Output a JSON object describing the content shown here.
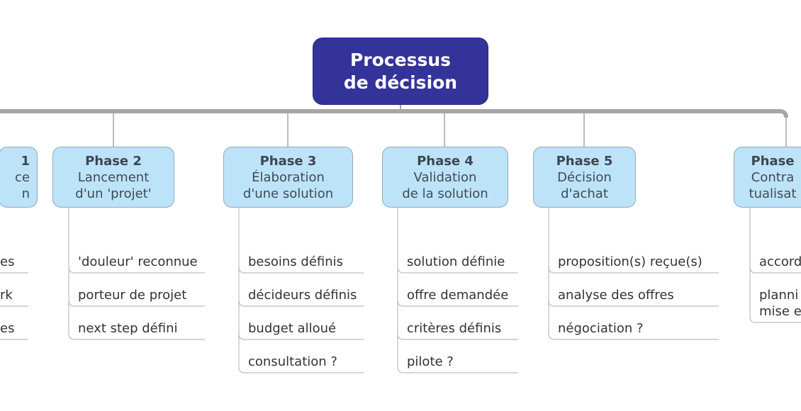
{
  "root": {
    "line1": "Processus",
    "line2": "de décision"
  },
  "phases": [
    {
      "title": "1",
      "line1": "ce",
      "line2": "n",
      "items": [
        [
          "es"
        ],
        [
          "rk"
        ],
        [
          "es"
        ]
      ]
    },
    {
      "title": "Phase 2",
      "line1": "Lancement",
      "line2": "d'un 'projet'",
      "items": [
        [
          "'douleur' reconnue"
        ],
        [
          "porteur de projet"
        ],
        [
          "next step défini"
        ]
      ]
    },
    {
      "title": "Phase 3",
      "line1": "Élaboration",
      "line2": "d'une solution",
      "items": [
        [
          "besoins définis"
        ],
        [
          "décideurs définis"
        ],
        [
          "budget alloué"
        ],
        [
          "consultation ?"
        ]
      ]
    },
    {
      "title": "Phase 4",
      "line1": "Validation",
      "line2": "de la solution",
      "items": [
        [
          "solution définie"
        ],
        [
          "offre demandée"
        ],
        [
          "critères définis"
        ],
        [
          "pilote ?"
        ]
      ]
    },
    {
      "title": "Phase 5",
      "line1": "Décision",
      "line2": "d'achat",
      "items": [
        [
          "proposition(s) reçue(s)"
        ],
        [
          "analyse des offres"
        ],
        [
          "négociation ?"
        ]
      ]
    },
    {
      "title": "Phase",
      "line1": "Contra",
      "line2": "tualisat",
      "items": [
        [
          "accord"
        ],
        [
          "planni",
          "mise e"
        ]
      ]
    }
  ]
}
